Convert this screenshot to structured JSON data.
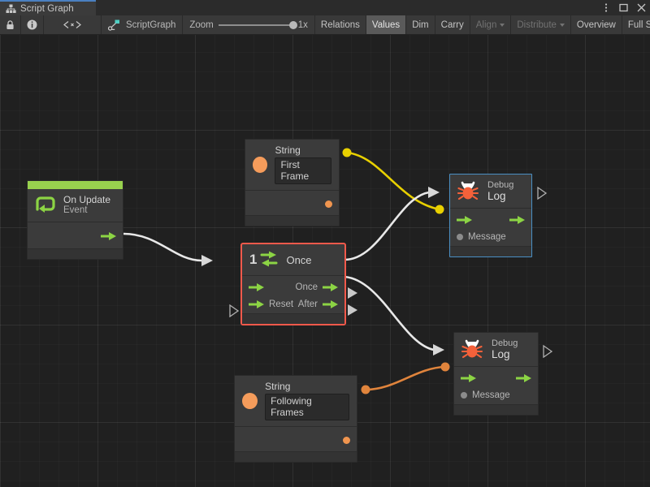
{
  "window": {
    "tab_label": "Script Graph",
    "tab_icon": "graph-hierarchy-icon",
    "controls": {
      "menu": "kebab-menu-icon",
      "maximize": "maximize-icon",
      "close": "close-icon"
    }
  },
  "toolbar": {
    "lock_icon": "lock-icon",
    "info_icon": "info-icon",
    "code_icon": "code-brackets-icon",
    "graph_icon": "scriptgraph-icon",
    "graph_name": "ScriptGraph",
    "zoom_label": "Zoom",
    "zoom_value": "1x",
    "buttons": [
      {
        "label": "Relations",
        "active": false,
        "disabled": false,
        "caret": false
      },
      {
        "label": "Values",
        "active": true,
        "disabled": false,
        "caret": false
      },
      {
        "label": "Dim",
        "active": false,
        "disabled": false,
        "caret": false
      },
      {
        "label": "Carry",
        "active": false,
        "disabled": false,
        "caret": false
      },
      {
        "label": "Align",
        "active": false,
        "disabled": true,
        "caret": true
      },
      {
        "label": "Distribute",
        "active": false,
        "disabled": true,
        "caret": true
      },
      {
        "label": "Overview",
        "active": false,
        "disabled": false,
        "caret": false
      },
      {
        "label": "Full Screen",
        "active": false,
        "disabled": false,
        "caret": false
      }
    ]
  },
  "colors": {
    "accent_green": "#98d14e",
    "flow_arrow_green": "#8cd444",
    "selection_blue": "#4a8fc4",
    "selection_red": "#f2594b",
    "wire_yellow": "#e8d000",
    "wire_orange": "#e0843c",
    "wire_white": "#e8e8e8",
    "node_body": "#3b3b3b",
    "canvas_bg": "#202020",
    "string_orange": "#f59c5b",
    "bug_orange": "#f4613a"
  },
  "nodes": {
    "on_update": {
      "title": "On Update",
      "subtitle": "Event",
      "icon": "update-loop-icon",
      "selected": false
    },
    "string_first": {
      "title": "String",
      "icon": "string-value-icon",
      "value": "First Frame",
      "selected": false
    },
    "string_following": {
      "title": "String",
      "icon": "string-value-icon",
      "value": "Following Frames",
      "selected": false
    },
    "once": {
      "title": "Once",
      "icon": "once-counter-icon",
      "badge": "1",
      "selected": true,
      "selection_color": "red",
      "ports": {
        "in_flow": "",
        "in_reset": "Reset",
        "out_once": "Once",
        "out_after": "After"
      }
    },
    "debug_log_top": {
      "title_small": "Debug",
      "title_big": "Log",
      "icon": "bug-icon",
      "message_label": "Message",
      "selected": true,
      "selection_color": "blue"
    },
    "debug_log_bottom": {
      "title_small": "Debug",
      "title_big": "Log",
      "icon": "bug-icon",
      "message_label": "Message",
      "selected": false
    }
  },
  "connections": [
    {
      "name": "onupdate-to-once",
      "from": "on_update.out_flow",
      "to": "once.in_flow",
      "color": "white",
      "type": "flow"
    },
    {
      "name": "once-to-debuglog-top",
      "from": "once.out_once",
      "to": "debug_log_top.in_flow",
      "color": "white",
      "type": "flow"
    },
    {
      "name": "once-after-to-debuglog-bottom",
      "from": "once.out_after",
      "to": "debug_log_bottom.in_flow",
      "color": "white",
      "type": "flow"
    },
    {
      "name": "stringfirst-to-debuglog-top-message",
      "from": "string_first.out_value",
      "to": "debug_log_top.message",
      "color": "yellow",
      "type": "value"
    },
    {
      "name": "stringfollowing-to-debuglog-bottom-message",
      "from": "string_following.out_value",
      "to": "debug_log_bottom.message",
      "color": "orange",
      "type": "value"
    }
  ]
}
